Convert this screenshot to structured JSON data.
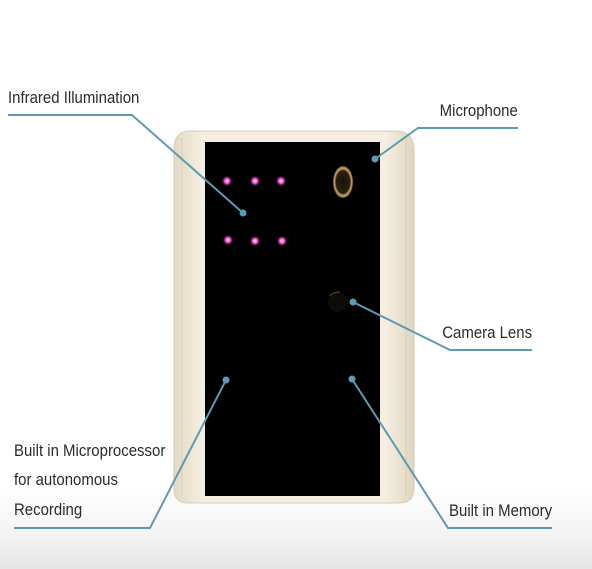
{
  "diagram": {
    "labels": {
      "infrared": "Infrared Illumination",
      "microphone": "Microphone",
      "camera_lens": "Camera Lens",
      "microprocessor": [
        "Built in Microprocessor",
        "for autonomous",
        "Recording"
      ],
      "memory": "Built in Memory"
    },
    "colors": {
      "leader_line": "#5f9ab2",
      "dot": "#5f9ab2",
      "device_shell": "#efe7d6",
      "device_face": "#000000",
      "ir_led": "#ff4fd0",
      "text": "#2b2b2b"
    }
  }
}
